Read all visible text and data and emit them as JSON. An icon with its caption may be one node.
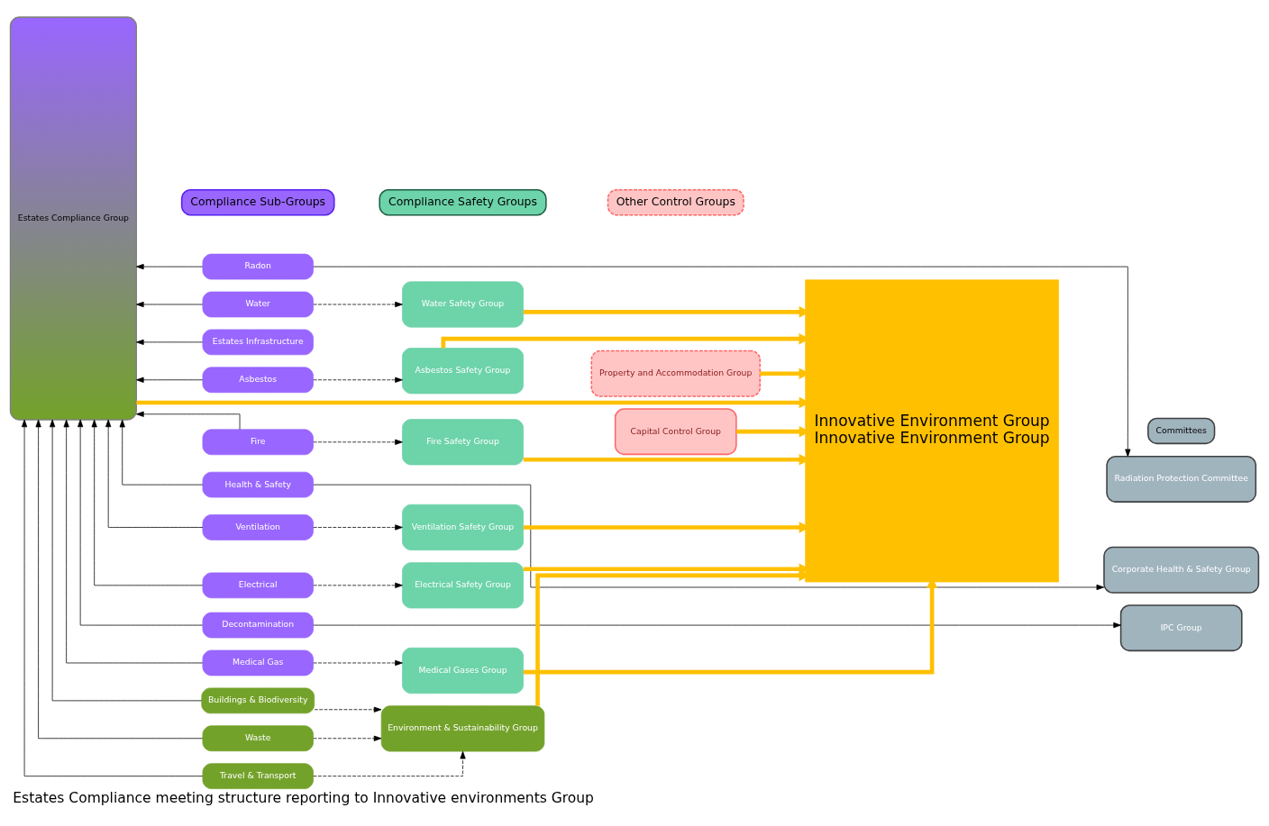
{
  "diagram": {
    "caption": "Estates Compliance meeting structure reporting to Innovative environments Group",
    "nodes": [
      {
        "text": [
          "Innovative Environment Group",
          "Innovative Environment Group"
        ]
      },
      {
        "text": [
          "Estates Compliance Group"
        ]
      },
      {
        "text": [
          "Compliance Sub-Groups"
        ]
      },
      {
        "text": [
          "Compliance Safety Groups"
        ]
      },
      {
        "text": [
          "Other Control Groups"
        ]
      },
      {
        "text": [
          "Committees"
        ]
      },
      {
        "text": [
          "Radon"
        ]
      },
      {
        "text": [
          "Water"
        ]
      },
      {
        "text": [
          "Estates Infrastructure"
        ]
      },
      {
        "text": [
          "Asbestos"
        ]
      },
      {
        "text": [
          "Fire"
        ]
      },
      {
        "text": [
          "Health & Safety"
        ]
      },
      {
        "text": [
          "Ventilation"
        ]
      },
      {
        "text": [
          "Electrical"
        ]
      },
      {
        "text": [
          "Decontamination"
        ]
      },
      {
        "text": [
          "Medical Gas"
        ]
      },
      {
        "text": [
          "Buildings & Biodiversity"
        ]
      },
      {
        "text": [
          "Waste"
        ]
      },
      {
        "text": [
          "Travel & Transport"
        ]
      },
      {
        "text": [
          "Water Safety Group"
        ]
      },
      {
        "text": [
          "Asbestos Safety Group"
        ]
      },
      {
        "text": [
          "Fire Safety Group"
        ]
      },
      {
        "text": [
          "Ventilation Safety Group"
        ]
      },
      {
        "text": [
          "Electrical Safety Group"
        ]
      },
      {
        "text": [
          "Medical Gases Group"
        ]
      },
      {
        "text": [
          "Environment & Sustainability Group"
        ]
      },
      {
        "text": [
          "Property and Accommodation Group"
        ]
      },
      {
        "text": [
          "Capital Control Group"
        ]
      },
      {
        "text": [
          "Radiation Protection Committee"
        ]
      },
      {
        "text": [
          "Corporate Health & Safety Group"
        ]
      },
      {
        "text": [
          "IPC Group"
        ]
      }
    ],
    "edges": [
      {
        "from": 1,
        "to": 0,
        "arrow": "to",
        "style": "thick",
        "color": "#ffc000"
      },
      {
        "from": 6,
        "to": 1,
        "arrow": "to"
      },
      {
        "from": 7,
        "to": 1,
        "arrow": "to"
      },
      {
        "from": 8,
        "to": 1,
        "arrow": "to"
      },
      {
        "from": 9,
        "to": 1,
        "arrow": "to"
      },
      {
        "from": 10,
        "to": 1,
        "arrow": "to"
      },
      {
        "from": 11,
        "to": 1,
        "arrow": "to"
      },
      {
        "from": 12,
        "to": 1,
        "arrow": "to"
      },
      {
        "from": 13,
        "to": 1,
        "arrow": "to"
      },
      {
        "from": 14,
        "to": 1,
        "arrow": "to"
      },
      {
        "from": 15,
        "to": 1,
        "arrow": "to"
      },
      {
        "from": 16,
        "to": 1,
        "arrow": "to"
      },
      {
        "from": 17,
        "to": 1,
        "arrow": "to"
      },
      {
        "from": 18,
        "to": 1,
        "arrow": "to"
      },
      {
        "from": 7,
        "to": 19,
        "arrow": "to",
        "style": "dashed"
      },
      {
        "from": 9,
        "to": 20,
        "arrow": "to",
        "style": "dashed"
      },
      {
        "from": 10,
        "to": 21,
        "arrow": "to",
        "style": "dashed"
      },
      {
        "from": 12,
        "to": 22,
        "arrow": "to",
        "style": "dashed"
      },
      {
        "from": 13,
        "to": 23,
        "arrow": "to",
        "style": "dashed"
      },
      {
        "from": 15,
        "to": 24,
        "arrow": "to",
        "style": "dashed"
      },
      {
        "from": 16,
        "to": 25,
        "arrow": "to",
        "style": "dashed"
      },
      {
        "from": 17,
        "to": 25,
        "arrow": "to",
        "style": "dashed"
      },
      {
        "from": 18,
        "to": 25,
        "arrow": "to",
        "style": "dashed"
      },
      {
        "from": 6,
        "to": 28,
        "arrow": "to"
      },
      {
        "from": 11,
        "to": 29,
        "arrow": "to"
      },
      {
        "from": 14,
        "to": 30,
        "arrow": "to"
      },
      {
        "from": 19,
        "to": 0,
        "arrow": "to",
        "style": "thick",
        "color": "#ffc000"
      },
      {
        "from": 20,
        "to": 0,
        "arrow": "to",
        "style": "thick",
        "color": "#ffc000"
      },
      {
        "from": 21,
        "to": 0,
        "arrow": "to",
        "style": "thick",
        "color": "#ffc000"
      },
      {
        "from": 22,
        "to": 0,
        "arrow": "to",
        "style": "thick",
        "color": "#ffc000"
      },
      {
        "from": 23,
        "to": 0,
        "arrow": "to",
        "style": "thick",
        "color": "#ffc000"
      },
      {
        "from": 24,
        "to": 0,
        "arrow": "to",
        "style": "thick",
        "color": "#ffc000"
      },
      {
        "from": 25,
        "to": 0,
        "arrow": "to",
        "style": "thick",
        "color": "#ffc000"
      },
      {
        "from": 26,
        "to": 0,
        "arrow": "to",
        "style": "thick",
        "color": "#ffc000"
      },
      {
        "from": 27,
        "to": 0,
        "arrow": "to",
        "style": "thick",
        "color": "#ffc000"
      }
    ]
  }
}
